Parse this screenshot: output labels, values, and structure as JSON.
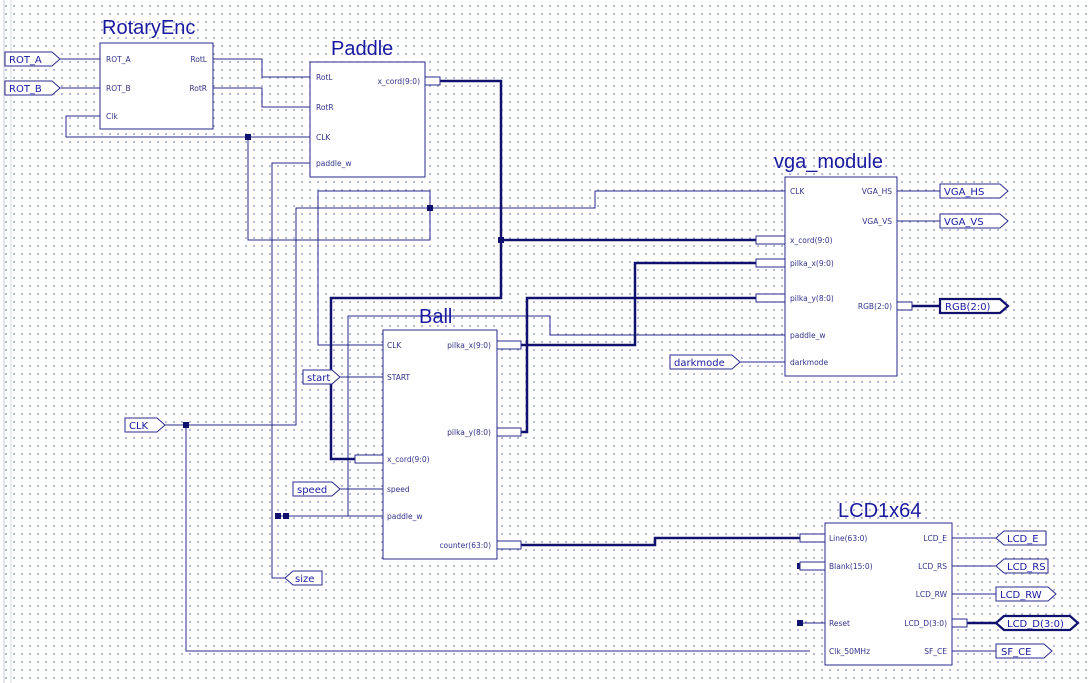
{
  "blocks": {
    "rotaryenc": {
      "title": "RotaryEnc",
      "pins": {
        "rot_a": "ROT_A",
        "rot_b": "ROT_B",
        "clk": "Clk",
        "rotl": "RotL",
        "rotr": "RotR"
      }
    },
    "paddle": {
      "title": "Paddle",
      "pins": {
        "rotl": "RotL",
        "rotr": "RotR",
        "clk": "CLK",
        "paddle_w": "paddle_w",
        "x_cord": "x_cord(9:0)"
      }
    },
    "vga": {
      "title": "vga_module",
      "pins": {
        "clk": "CLK",
        "x_cord": "x_cord(9:0)",
        "pilka_x": "pilka_x(9:0)",
        "pilka_y": "pilka_y(8:0)",
        "paddle_w": "paddle_w",
        "darkmode": "darkmode",
        "vga_hs": "VGA_HS",
        "vga_vs": "VGA_VS",
        "rgb": "RGB(2:0)"
      }
    },
    "ball": {
      "title": "Ball",
      "pins": {
        "clk": "CLK",
        "start": "START",
        "x_cord": "x_cord(9:0)",
        "speed": "speed",
        "paddle_w": "paddle_w",
        "pilka_x": "pilka_x(9:0)",
        "pilka_y": "pilka_y(8:0)",
        "counter": "counter(63:0)"
      }
    },
    "lcd": {
      "title": "LCD1x64",
      "pins": {
        "line": "Line(63:0)",
        "blank": "Blank(15:0)",
        "reset": "Reset",
        "clk": "Clk_50MHz",
        "lcd_e": "LCD_E",
        "lcd_rs": "LCD_RS",
        "lcd_rw": "LCD_RW",
        "lcd_d": "LCD_D(3:0)",
        "sf_ce": "SF_CE"
      }
    }
  },
  "ports": {
    "rot_a": "ROT_A",
    "rot_b": "ROT_B",
    "clk": "CLK",
    "start": "start",
    "speed": "speed",
    "size": "size",
    "darkmode": "darkmode",
    "vga_hs": "VGA_HS",
    "vga_vs": "VGA_VS",
    "rgb": "RGB(2:0)",
    "lcd_e": "LCD_E",
    "lcd_rs": "LCD_RS",
    "lcd_rw": "LCD_RW",
    "lcd_d": "LCD_D(3:0)",
    "sf_ce": "SF_CE"
  },
  "colors": {
    "wire": "#2a2a8c",
    "bus": "#10106e",
    "text": "#1a1aa0",
    "grid": "#9aa4c8"
  }
}
